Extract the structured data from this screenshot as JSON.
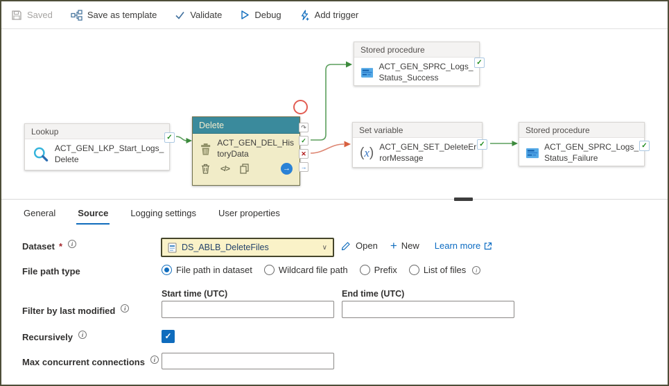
{
  "toolbar": {
    "saved": "Saved",
    "save_as_template": "Save as template",
    "validate": "Validate",
    "debug": "Debug",
    "add_trigger": "Add trigger"
  },
  "canvas": {
    "nodes": {
      "lookup": {
        "type": "Lookup",
        "name": "ACT_GEN_LKP_Start_Logs_Delete"
      },
      "delete": {
        "type": "Delete",
        "name": "ACT_GEN_DEL_HistoryData"
      },
      "sp_success": {
        "type": "Stored procedure",
        "name": "ACT_GEN_SPRC_Logs_Status_Success"
      },
      "set_variable": {
        "type": "Set variable",
        "name": "ACT_GEN_SET_DeleteErrorMessage"
      },
      "sp_failure": {
        "type": "Stored procedure",
        "name": "ACT_GEN_SPRC_Logs_Status_Failure"
      }
    },
    "colors": {
      "success_link": "#5a9e5c",
      "failure_link": "#dd7c64",
      "selected_header": "#3a8a9c",
      "selected_body": "#f1ecc8"
    }
  },
  "icons": {
    "check": "✓",
    "skip": "↷",
    "fail": "✕",
    "arrow": "→",
    "code": "</>",
    "chevron": "∨",
    "plus": "+",
    "info": "i",
    "paren_open": "(",
    "var_x": "x",
    "paren_close": ")"
  },
  "panel": {
    "tabs": {
      "general": "General",
      "source": "Source",
      "logging": "Logging settings",
      "user_properties": "User properties"
    },
    "dataset": {
      "label": "Dataset",
      "required": "*",
      "value": "DS_ABLB_DeleteFiles",
      "open": "Open",
      "new": "New",
      "learn_more": "Learn more"
    },
    "file_path": {
      "label": "File path type",
      "opt1": "File path in dataset",
      "opt2": "Wildcard file path",
      "opt3": "Prefix",
      "opt4": "List of files",
      "selected": "File path in dataset"
    },
    "filter": {
      "label": "Filter by last modified",
      "start_label": "Start time (UTC)",
      "end_label": "End time (UTC)",
      "start_value": "",
      "end_value": ""
    },
    "recursively": {
      "label": "Recursively",
      "checked": true
    },
    "max_connections": {
      "label": "Max concurrent connections",
      "value": ""
    }
  }
}
